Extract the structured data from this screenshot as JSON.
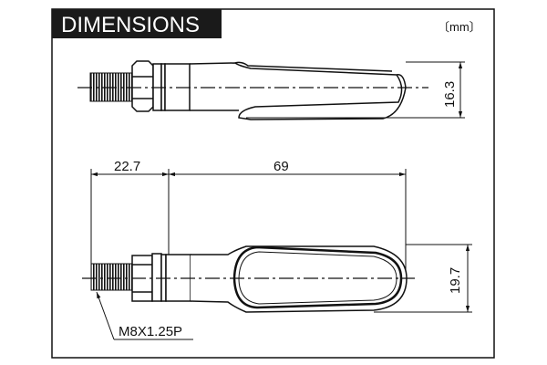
{
  "title": "DIMENSIONS",
  "unit": "〔mm〕",
  "dimensions": {
    "top_height": "16.3",
    "stem_length": "22.7",
    "body_length": "69",
    "bottom_height": "19.7",
    "thread": "M8X1.25P"
  },
  "colors": {
    "ink": "#111111",
    "title_bg": "#1a1a1a",
    "title_text": "#ffffff"
  }
}
